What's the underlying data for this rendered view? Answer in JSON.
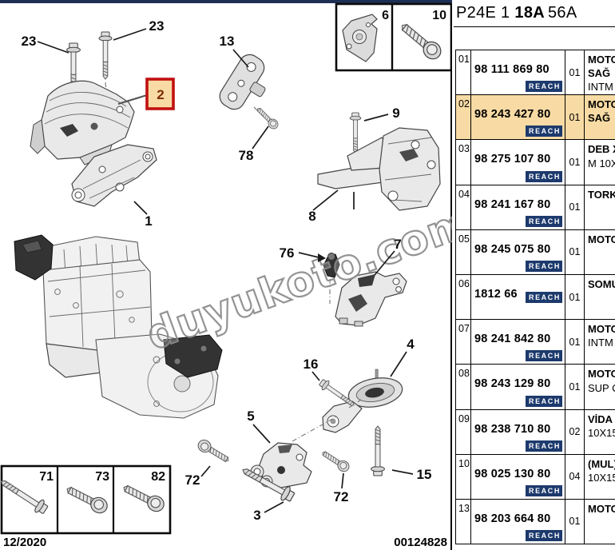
{
  "header": {
    "code_part1": "P24E 1",
    "code_part2": "18A",
    "code_part3": "56A"
  },
  "badge": {
    "label": "REACH"
  },
  "colors": {
    "highlight": "#f8dba4",
    "badge_bg": "#1d3a6d",
    "callout_red": "#c11010",
    "callout_text": "#7b2d00",
    "top_bar": "#1e2f55"
  },
  "diagram": {
    "watermark": "duyukoto.com",
    "date": "12/2020",
    "drawing_number": "00124828",
    "callouts": {
      "bolt23_left": "23",
      "bolt23_right": "23",
      "bracket13": "13",
      "mount2": "2",
      "screw78": "78",
      "bolt9": "9",
      "bracket1": "1",
      "support8": "8",
      "link76": "76",
      "mount7": "7",
      "rod4": "4",
      "bolt16": "16",
      "bracket5": "5",
      "bolt72_left": "72",
      "bolt72_right": "72",
      "bolt3": "3",
      "bolt15": "15",
      "inset6": "6",
      "inset10": "10",
      "box71": "71",
      "box73": "73",
      "box82": "82"
    }
  },
  "table": {
    "rows": [
      {
        "code": "01",
        "part_number": "98 111 869 80",
        "qty": "01",
        "highlight": false,
        "badge_inline": false,
        "desc": [
          {
            "t": "MOTO",
            "b": true
          },
          {
            "t": "SAĞ",
            "b": true
          },
          {
            "t": "INTM",
            "b": false
          }
        ]
      },
      {
        "code": "02",
        "part_number": "98 243 427 80",
        "qty": "01",
        "highlight": true,
        "badge_inline": false,
        "desc": [
          {
            "t": "MOTO",
            "b": true
          },
          {
            "t": "SAĞ",
            "b": true
          }
        ]
      },
      {
        "code": "03",
        "part_number": "98 275 107 80",
        "qty": "01",
        "highlight": false,
        "badge_inline": false,
        "desc": [
          {
            "t": "DEB X",
            "b": true
          },
          {
            "t": "M 10X",
            "b": false
          }
        ]
      },
      {
        "code": "04",
        "part_number": "98 241 167 80",
        "qty": "01",
        "highlight": false,
        "badge_inline": false,
        "desc": [
          {
            "t": "TORK",
            "b": true
          }
        ]
      },
      {
        "code": "05",
        "part_number": "98 245 075 80",
        "qty": "01",
        "highlight": false,
        "badge_inline": false,
        "desc": [
          {
            "t": "MOTO",
            "b": true
          }
        ]
      },
      {
        "code": "06",
        "part_number": "1812 66",
        "qty": "01",
        "highlight": false,
        "badge_inline": true,
        "desc": [
          {
            "t": "SOMU",
            "b": true
          }
        ]
      },
      {
        "code": "07",
        "part_number": "98 241 842 80",
        "qty": "01",
        "highlight": false,
        "badge_inline": false,
        "desc": [
          {
            "t": "MOTO",
            "b": true
          },
          {
            "t": "INTM",
            "b": false
          }
        ]
      },
      {
        "code": "08",
        "part_number": "98 243 129 80",
        "qty": "01",
        "highlight": false,
        "badge_inline": false,
        "desc": [
          {
            "t": "MOTO",
            "b": true
          },
          {
            "t": "SUP C",
            "b": false
          }
        ]
      },
      {
        "code": "09",
        "part_number": "98 238 710 80",
        "qty": "02",
        "highlight": false,
        "badge_inline": false,
        "desc": [
          {
            "t": "VİDA",
            "b": true
          },
          {
            "t": "10X15",
            "b": false
          }
        ]
      },
      {
        "code": "10",
        "part_number": "98 025 130 80",
        "qty": "04",
        "highlight": false,
        "badge_inline": false,
        "desc": [
          {
            "t": "(MUL)",
            "b": true
          },
          {
            "t": "10X15",
            "b": false
          }
        ]
      },
      {
        "code": "13",
        "part_number": "98 203 664 80",
        "qty": "01",
        "highlight": false,
        "badge_inline": false,
        "desc": [
          {
            "t": "MOTO",
            "b": true
          }
        ]
      }
    ]
  }
}
